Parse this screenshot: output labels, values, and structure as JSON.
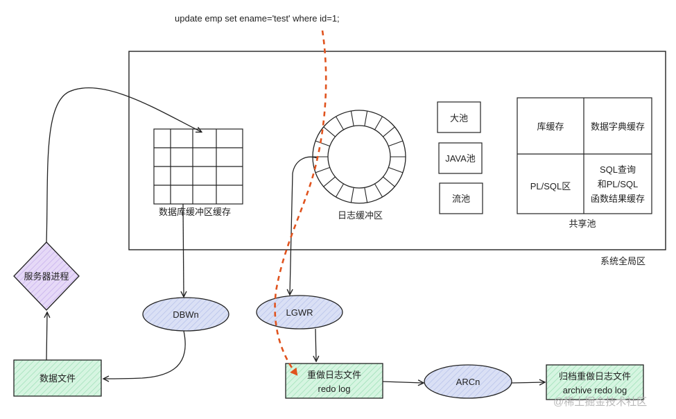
{
  "sql_statement": "update emp set ename='test' where id=1;",
  "sga_label": "系统全局区",
  "db_buffer_cache_label": "数据库缓冲区缓存",
  "redo_log_buffer_label": "日志缓冲区",
  "large_pool_label": "大池",
  "java_pool_label": "JAVA池",
  "stream_pool_label": "流池",
  "shared_pool": {
    "label": "共享池",
    "library_cache": "库缓存",
    "data_dictionary_cache": "数据字典缓存",
    "plsql_area": "PL/SQL区",
    "result_cache_lines": [
      "SQL查询",
      "和PL/SQL",
      "函数结果缓存"
    ]
  },
  "server_process_label": "服务器进程",
  "dbwn_label": "DBWn",
  "lgwr_label": "LGWR",
  "arcn_label": "ARCn",
  "datafile_label": "数据文件",
  "redo_log_file_lines": [
    "重做日志文件",
    "redo log"
  ],
  "archive_log_lines": [
    "归档重做日志文件",
    "archive redo log"
  ],
  "watermark": "@稀土掘金技术社区",
  "colors": {
    "process_fill": "#dae0f5",
    "server_process_fill": "#e6d9f7",
    "file_fill": "#d6f5e1",
    "highlight_path": "#e0531e",
    "stroke": "#222222"
  }
}
